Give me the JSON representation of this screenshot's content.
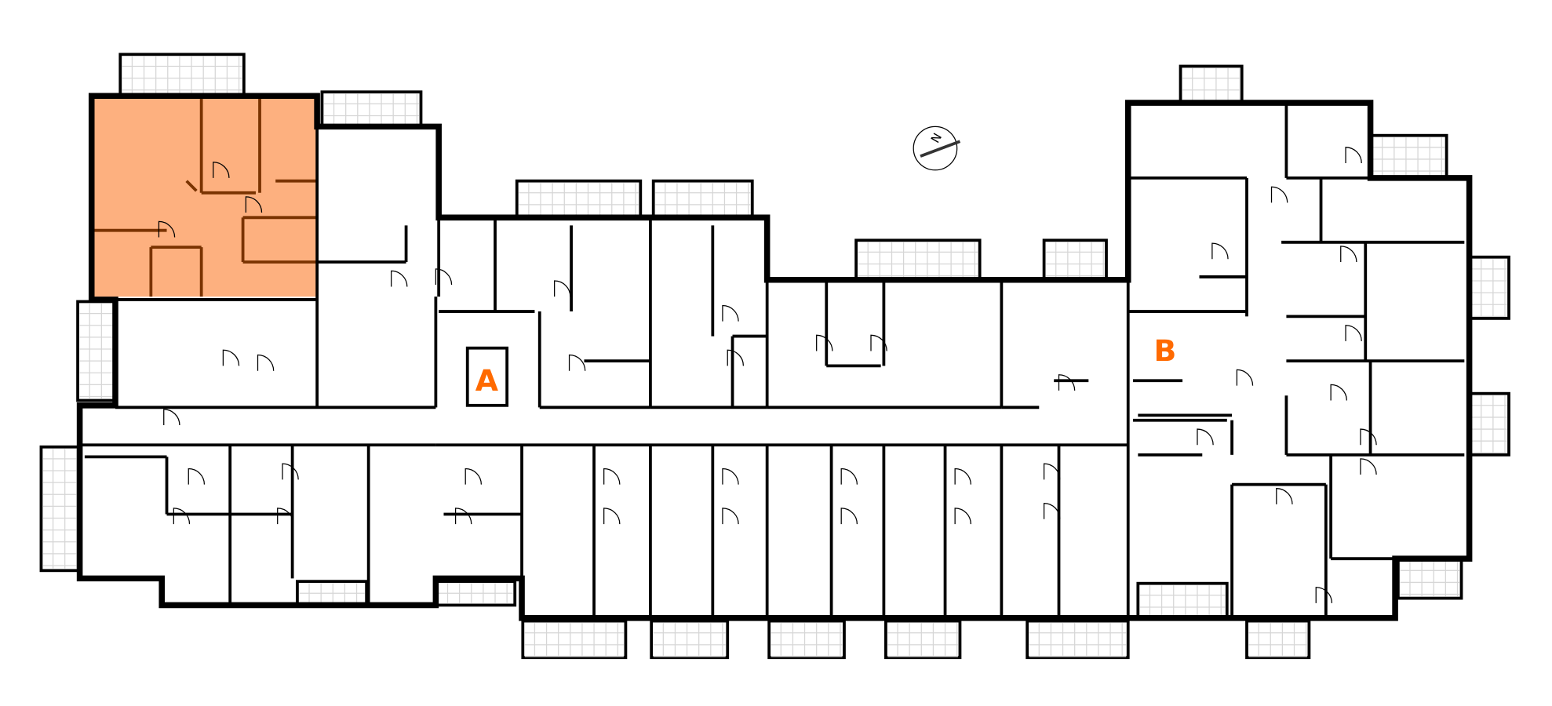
{
  "plan": {
    "stairwell_a_label": "A",
    "stairwell_b_label": "B",
    "compass_label": "N",
    "highlighted_unit": "selected-apartment"
  },
  "colors": {
    "highlight_fill": "#FDB07F",
    "highlight_walls": "#7A3300",
    "label": "#FF6A00",
    "walls": "#000000",
    "balcony_grid": "#D6D6D6"
  }
}
